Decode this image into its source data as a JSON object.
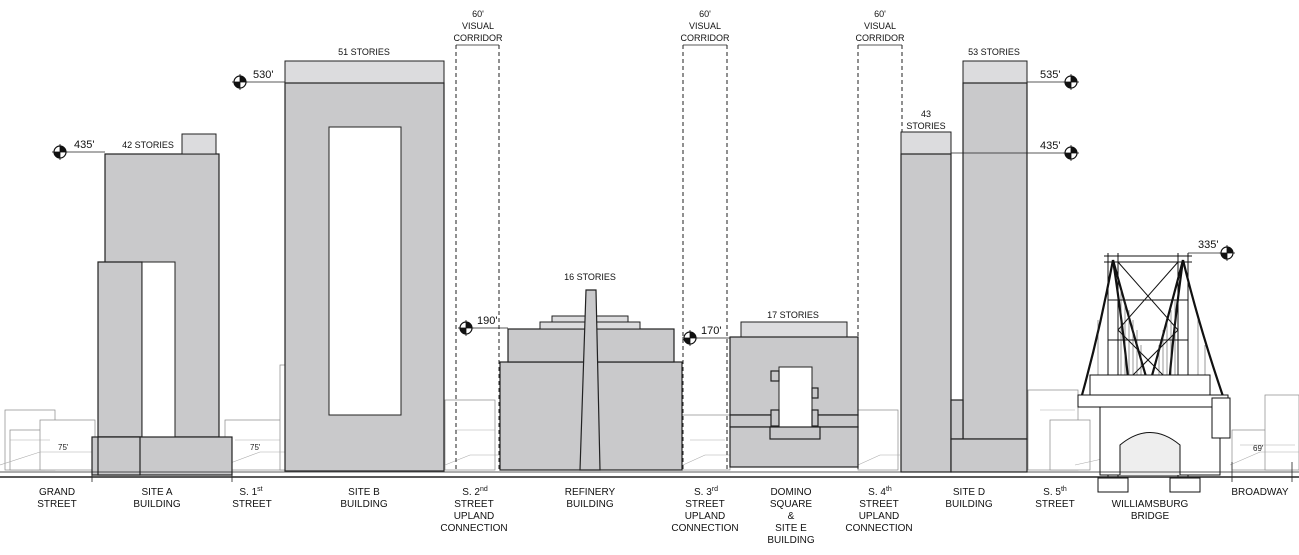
{
  "street_labels": {
    "grand": [
      "GRAND",
      "STREET"
    ],
    "site_a": [
      "SITE A",
      "BUILDING"
    ],
    "s1": [
      "S. 1",
      "st",
      "STREET"
    ],
    "site_b": [
      "SITE B",
      "BUILDING"
    ],
    "s2": [
      "S. 2",
      "nd",
      "STREET",
      "UPLAND",
      "CONNECTION"
    ],
    "refinery": [
      "REFINERY",
      "BUILDING"
    ],
    "s3": [
      "S. 3",
      "rd",
      "STREET",
      "UPLAND",
      "CONNECTION"
    ],
    "domino": [
      "DOMINO",
      "SQUARE",
      "&",
      "SITE E",
      "BUILDING"
    ],
    "s4": [
      "S. 4",
      "th",
      "STREET",
      "UPLAND",
      "CONNECTION"
    ],
    "site_d": [
      "SITE D",
      "BUILDING"
    ],
    "s5": [
      "S. 5",
      "th",
      "STREET"
    ],
    "bridge": [
      "WILLIAMSBURG",
      "BRIDGE"
    ],
    "broadway": [
      "BROADWAY"
    ]
  },
  "stories": {
    "site_a": "42 STORIES",
    "site_b": "51 STORIES",
    "refinery": "16 STORIES",
    "domino": "17 STORIES",
    "site_d_low": [
      "43",
      "STORIES"
    ],
    "site_d_high": "53 STORIES"
  },
  "heights": {
    "site_a": "435'",
    "site_b": "530'",
    "s2": "190'",
    "s3": "170'",
    "site_d_high": "535'",
    "site_d_low": "435'",
    "bridge": "335'"
  },
  "corridors": [
    [
      "60'",
      "VISUAL",
      "CORRIDOR"
    ],
    [
      "60'",
      "VISUAL",
      "CORRIDOR"
    ],
    [
      "60'",
      "VISUAL",
      "CORRIDOR"
    ]
  ],
  "context_heights": {
    "grand": "75'",
    "s1": "75'",
    "broadway": "69'"
  }
}
